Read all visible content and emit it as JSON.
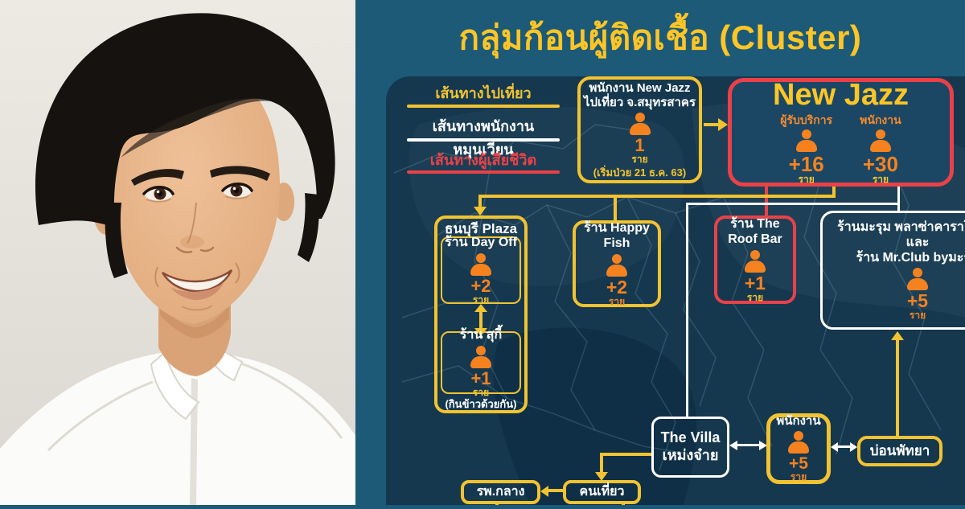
{
  "title": "กลุ่มก้อนผู้ติดเชื้อ (Cluster)",
  "legend": {
    "items": [
      {
        "label": "เส้นทางไปเที่ยว",
        "color": "#f2c331"
      },
      {
        "label": "เส้นทางพนักงานหมุนเวียน",
        "color": "#ffffff"
      },
      {
        "label": "เส้นทางผู้เสียชีวิต",
        "color": "#ea4148"
      }
    ]
  },
  "nodes": {
    "index_case": {
      "line1": "พนักงาน New Jazz",
      "line2": "ไปเที่ยว จ.สมุทรสาคร",
      "count": "1",
      "unit": "ราย",
      "note": "(เริ่มป่วย 21 ธ.ค. 63)"
    },
    "new_jazz": {
      "title": "New Jazz",
      "groups": [
        {
          "label": "ผู้รับบริการ",
          "count": "+16",
          "unit": "ราย"
        },
        {
          "label": "พนักงาน",
          "count": "+30",
          "unit": "ราย"
        }
      ]
    },
    "thonburi_plaza": {
      "title": "ธนบุรี Plaza",
      "shops": [
        {
          "name": "ร้าน Day Off",
          "count": "+2",
          "unit": "ราย"
        },
        {
          "name": "ร้าน สุกี้",
          "count": "+1",
          "unit": "ราย"
        }
      ],
      "note": "(กินข้าวด้วยกัน)"
    },
    "happy_fish": {
      "name": "ร้าน Happy Fish",
      "count": "+2",
      "unit": "ราย"
    },
    "roof_bar": {
      "name": "ร้าน The Roof Bar",
      "count": "+1",
      "unit": "ราย"
    },
    "marum": {
      "line1": "ร้านมะรุม พลาซ่าคาราโอเกะ",
      "line2": "และ",
      "line3": "ร้าน Mr.Club byมะรุม",
      "count": "+5",
      "unit": "ราย"
    },
    "the_villa": {
      "line1": "The Villa",
      "line2": "เหม่งจ๋าย"
    },
    "employees": {
      "title": "พนักงาน",
      "count": "+5",
      "unit": "ราย"
    },
    "pattaya_den": {
      "name": "บ่อนพัทยา"
    },
    "hospital": {
      "name": "รพ.กลาง"
    },
    "partygoer": {
      "name": "คนเที่ยว"
    }
  },
  "colors": {
    "background_teal": "#1c5a78",
    "panel_navy": "#15384f",
    "accent_yellow": "#f2c331",
    "accent_orange": "#f5821f",
    "accent_red": "#ea4148",
    "title_yellow": "#fdc526",
    "text_white": "#ffffff"
  }
}
